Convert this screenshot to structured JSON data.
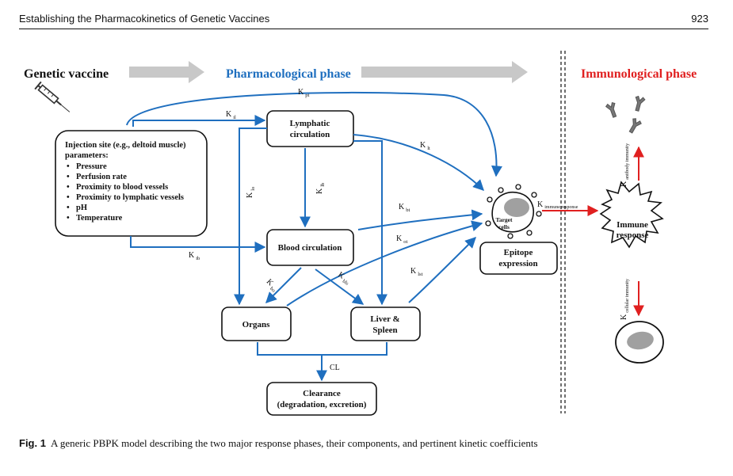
{
  "header": {
    "running_title": "Establishing the Pharmacokinetics of Genetic Vaccines",
    "page_number": "923"
  },
  "figure": {
    "phases": {
      "genetic_vaccine": "Genetic vaccine",
      "pharmacological": "Pharmacological phase",
      "immunological": "Immunological phase"
    },
    "injection_site": {
      "title": "Injection site (e.g., deltoid muscle)",
      "subtitle": "parameters:",
      "parameters": [
        "Pressure",
        "Perfusion rate",
        "Proximity to blood vessels",
        "Proximity to lymphatic vessels",
        "pH",
        "Temperature"
      ]
    },
    "nodes": {
      "lymphatic_line1": "Lymphatic",
      "lymphatic_line2": "circulation",
      "blood": "Blood circulation",
      "organs": "Organs",
      "liver_line1": "Liver &",
      "liver_line2": "Spleen",
      "clearance_line1": "Clearance",
      "clearance_line2": "(degradation, excretion)",
      "epitope_line1": "Epitope",
      "epitope_line2": "expression",
      "target_line1": "Target",
      "target_line2": "cells",
      "immune_line1": "Immune",
      "immune_line2": "response"
    },
    "coefficients": {
      "k_pt": {
        "k": "K",
        "sub": "pt"
      },
      "k_il": {
        "k": "K",
        "sub": "il"
      },
      "k_lt": {
        "k": "K",
        "sub": "lt"
      },
      "k_lo": {
        "k": "K",
        "sub": "lo"
      },
      "k_lb": {
        "k": "K",
        "sub": "lb"
      },
      "k_bt": {
        "k": "K",
        "sub": "bt"
      },
      "k_ot": {
        "k": "K",
        "sub": "ot"
      },
      "k_ib": {
        "k": "K",
        "sub": "ib"
      },
      "k_bo": {
        "k": "K",
        "sub": "bo"
      },
      "k_bls": {
        "k": "K",
        "sub": "bls"
      },
      "k_lst": {
        "k": "K",
        "sub": "lst"
      },
      "cl": "CL",
      "k_immune": {
        "k": "K",
        "sub": "immune response"
      },
      "k_antibody": {
        "k": "K",
        "sub": "antibody immunity"
      },
      "k_cellular": {
        "k": "K",
        "sub": "cellular immunity"
      }
    },
    "colors": {
      "blue": "#1f6fbf",
      "red": "#e02020",
      "grey_arrow": "#c8c8c8",
      "cell_fill": "#a0a0a0"
    }
  },
  "caption": {
    "label": "Fig. 1",
    "text": "A generic PBPK model describing the two major response phases, their components, and pertinent kinetic coefficients"
  }
}
